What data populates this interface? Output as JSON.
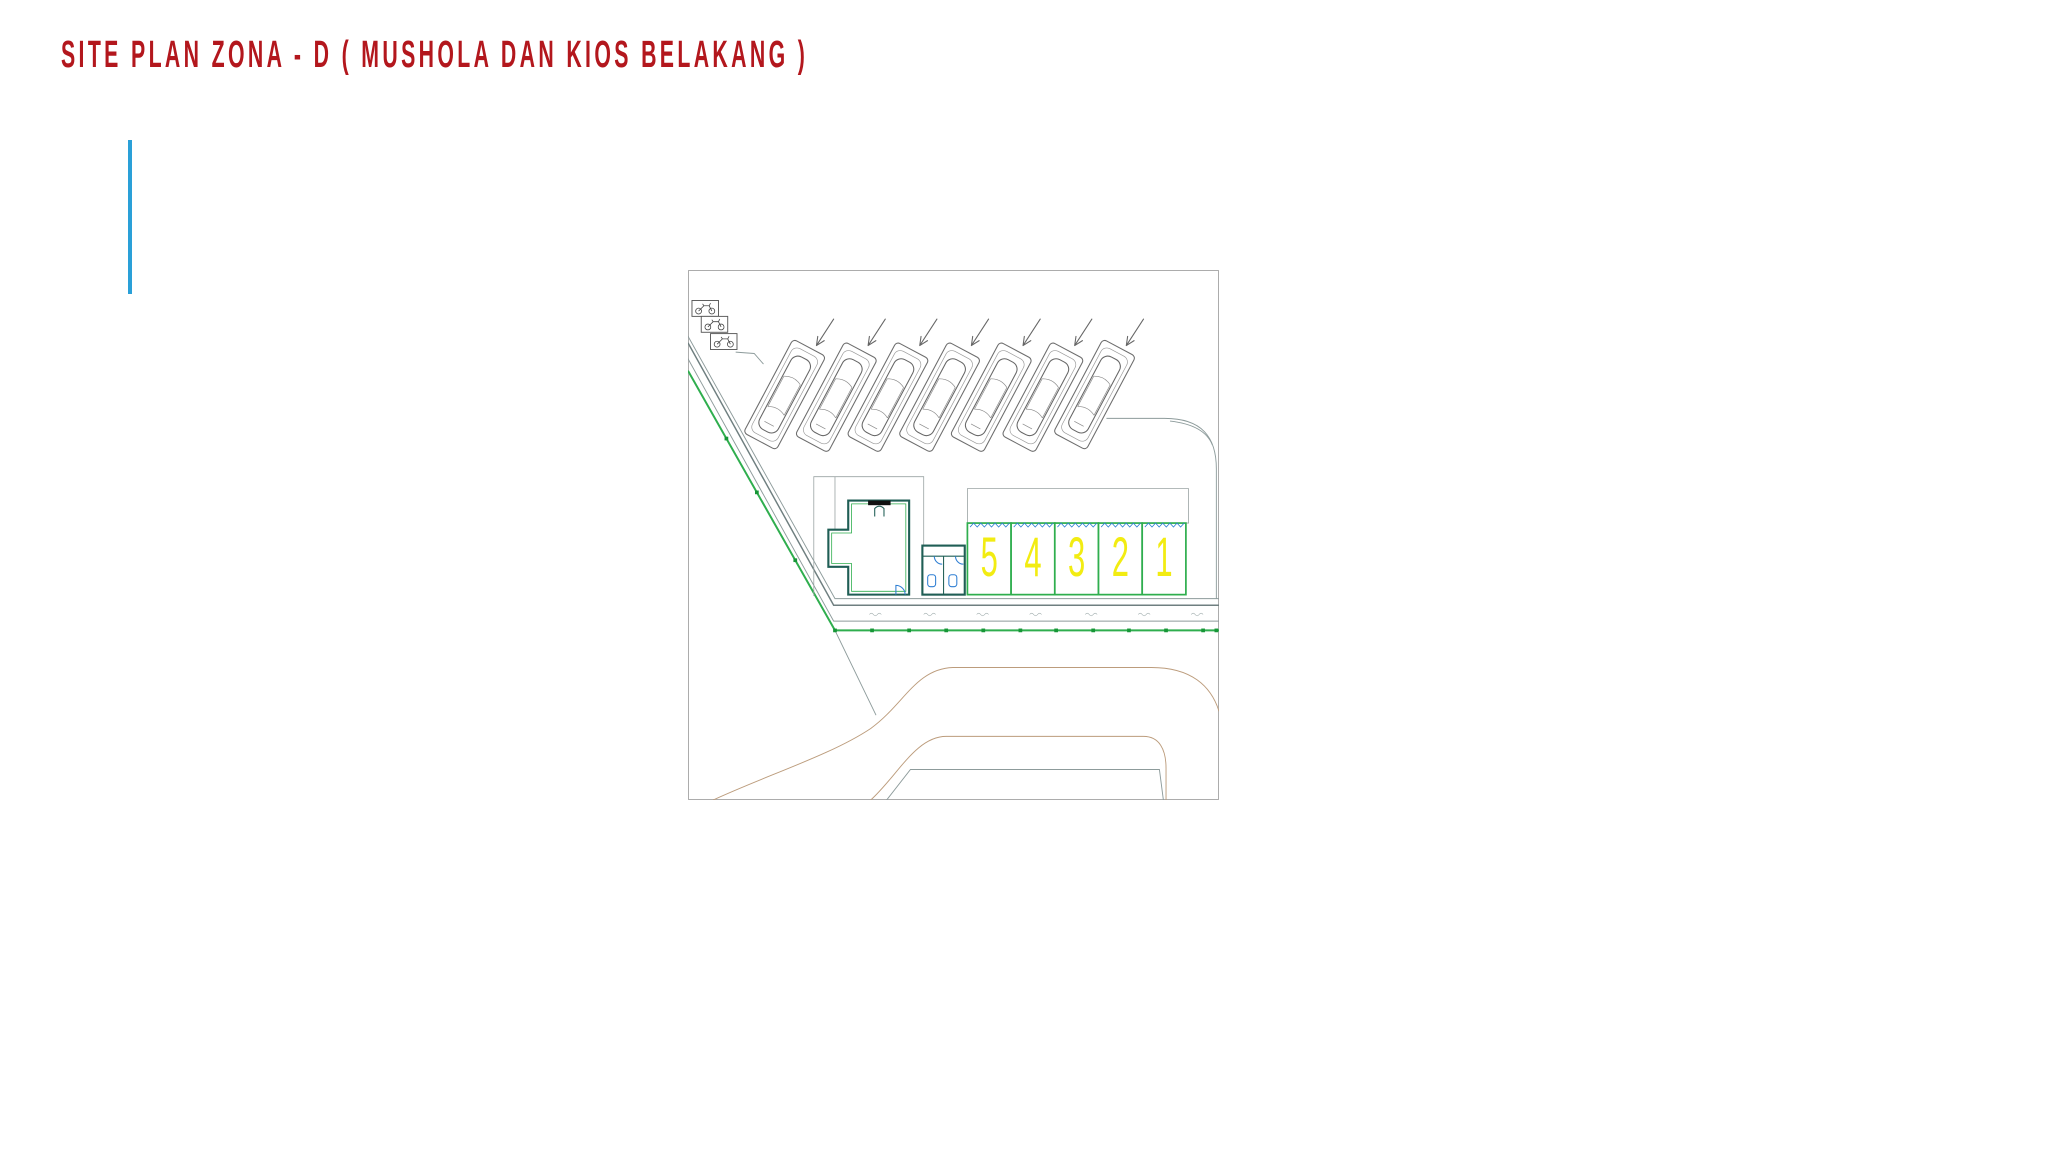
{
  "slide": {
    "title": "SITE PLAN ZONA - D ( MUSHOLA DAN KIOS BELAKANG )"
  },
  "site_plan": {
    "car_parking_slots": 7,
    "motorcycle_parking_slots": 3,
    "kiosks": [
      {
        "number": "5"
      },
      {
        "number": "4"
      },
      {
        "number": "3"
      },
      {
        "number": "2"
      },
      {
        "number": "1"
      }
    ],
    "icons": {
      "car": "car-icon",
      "motorcycle": "motorcycle-icon",
      "direction_arrow": "arrow-down-left-icon",
      "toilet": "toilet-icon",
      "door": "door-icon"
    }
  },
  "colors": {
    "title": "#B3171D",
    "accent_bar": "#2AA0D8",
    "kiosk_number": "#F2EC12",
    "fence_green": "#2FAE4E",
    "wall": "#1F5E55",
    "fixture_blue": "#2F7FD3",
    "contour": "#BC9C7C"
  }
}
